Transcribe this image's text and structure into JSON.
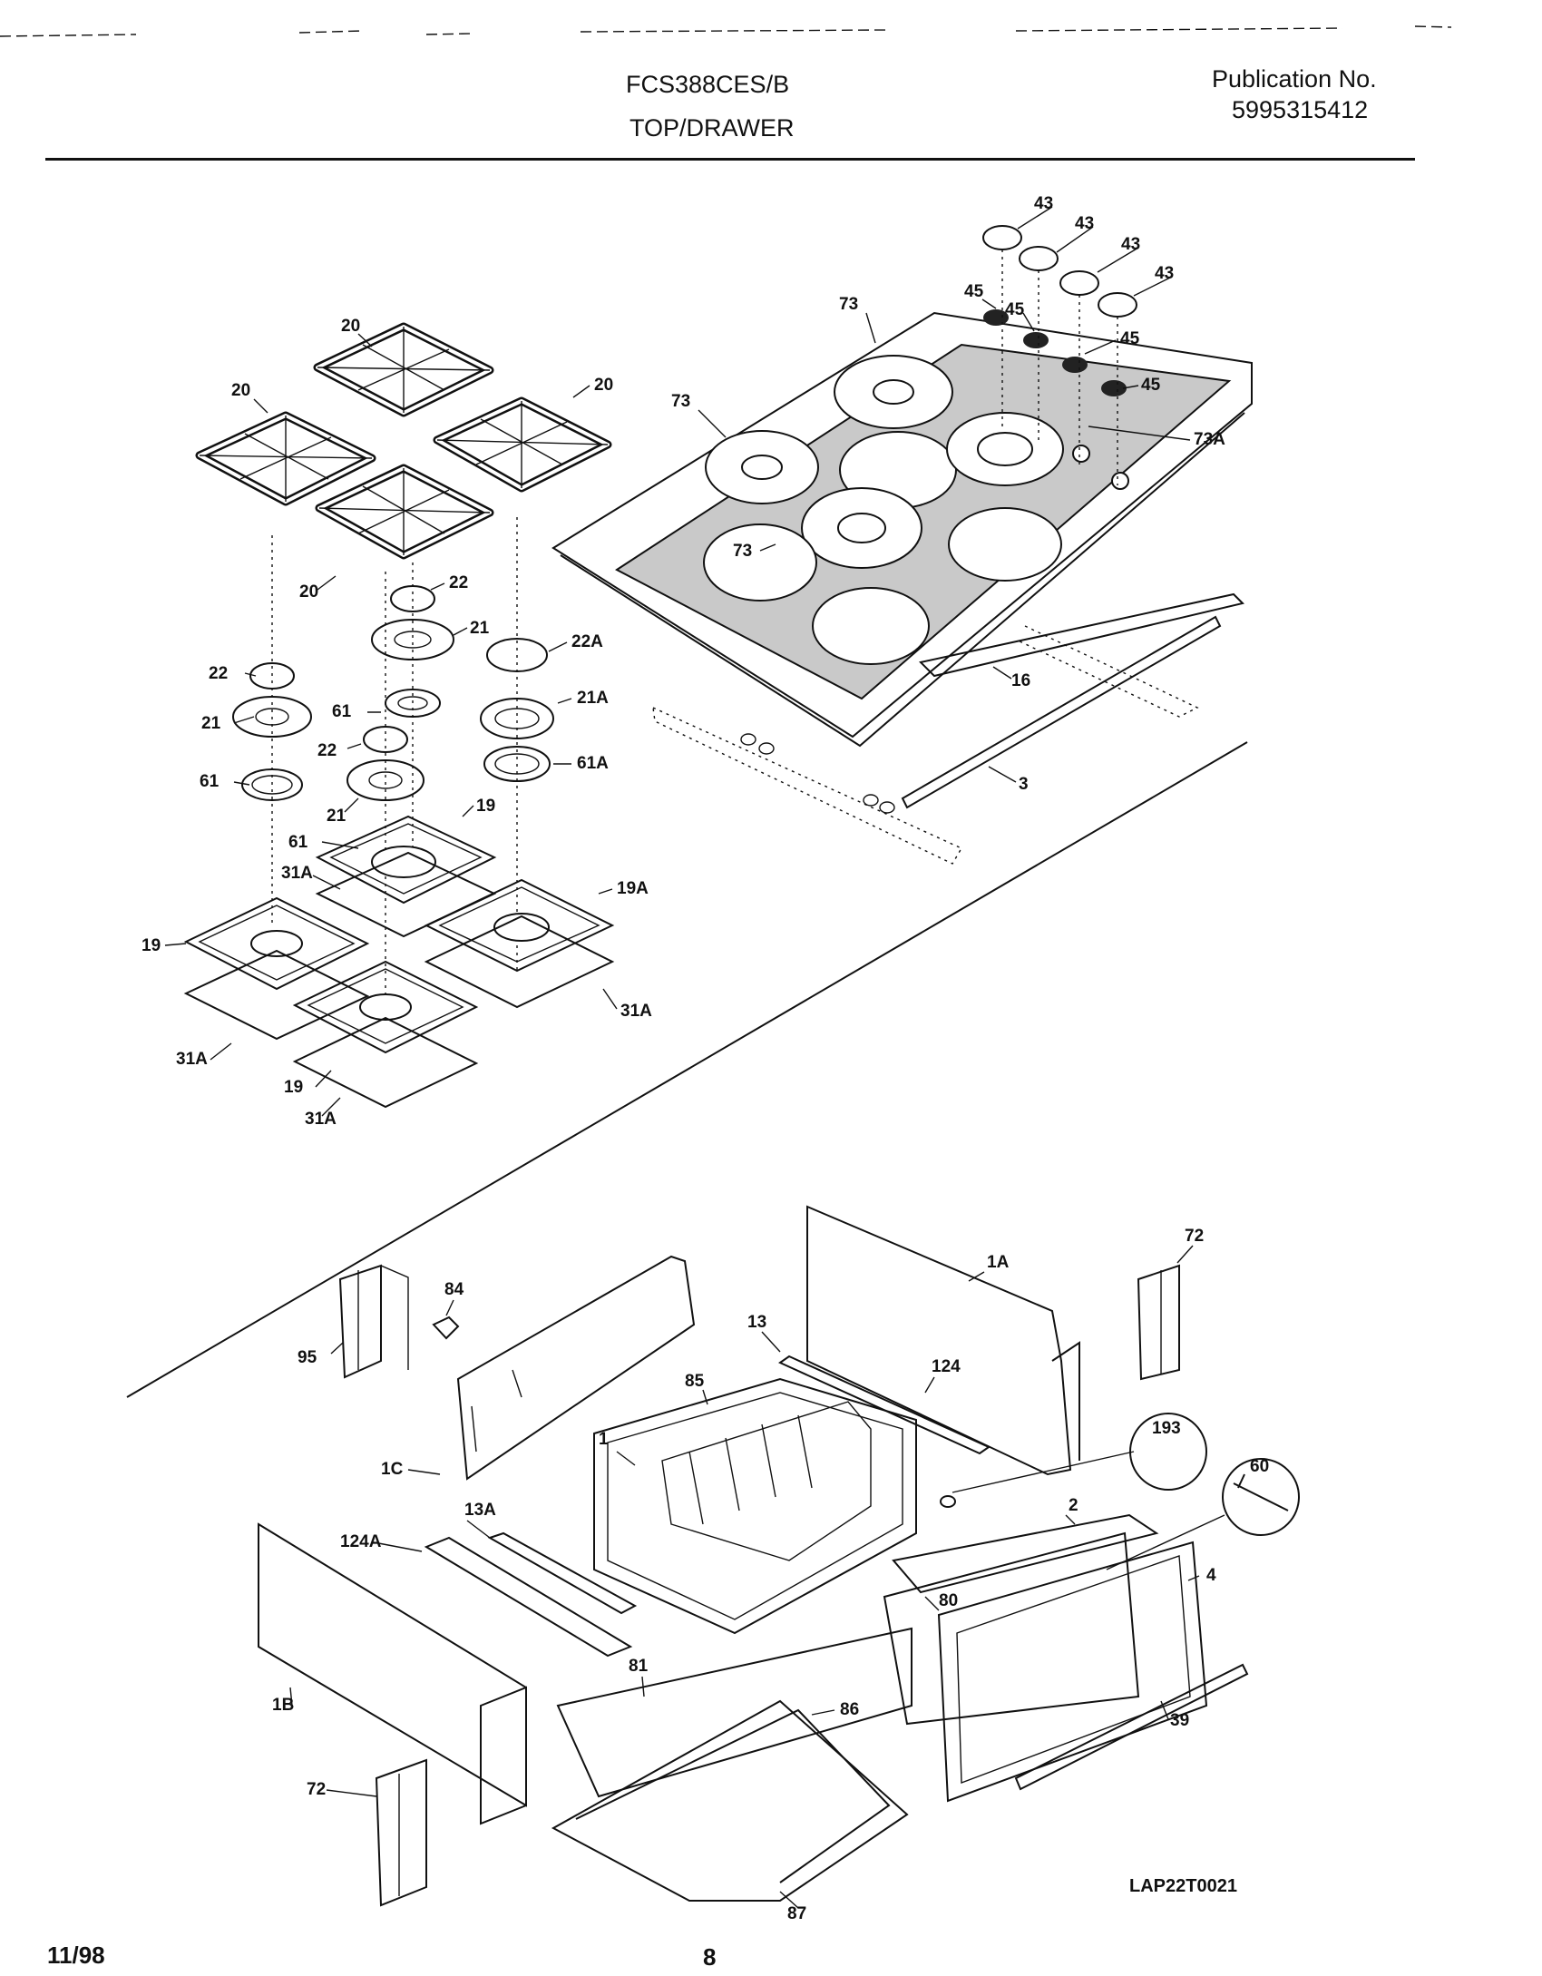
{
  "header": {
    "model": "FCS388CES/B",
    "section": "TOP/DRAWER",
    "publication_label": "Publication No.",
    "publication_number": "5995315412"
  },
  "footer": {
    "date": "11/98",
    "page": "8",
    "drawing_code": "LAP22T0021"
  },
  "callouts": [
    "20",
    "20",
    "20",
    "20",
    "22",
    "21",
    "22A",
    "22",
    "21",
    "61",
    "21A",
    "22",
    "61A",
    "61",
    "21",
    "19",
    "61",
    "31A",
    "19A",
    "19",
    "31A",
    "31A",
    "19",
    "31A",
    "73",
    "73",
    "73",
    "73A",
    "43",
    "43",
    "43",
    "43",
    "45",
    "45",
    "45",
    "45",
    "16",
    "3",
    "84",
    "95",
    "1C",
    "1A",
    "72",
    "13",
    "124",
    "85",
    "1",
    "193",
    "60",
    "13A",
    "124A",
    "2",
    "4",
    "80",
    "1B",
    "81",
    "86",
    "39",
    "72",
    "87"
  ]
}
